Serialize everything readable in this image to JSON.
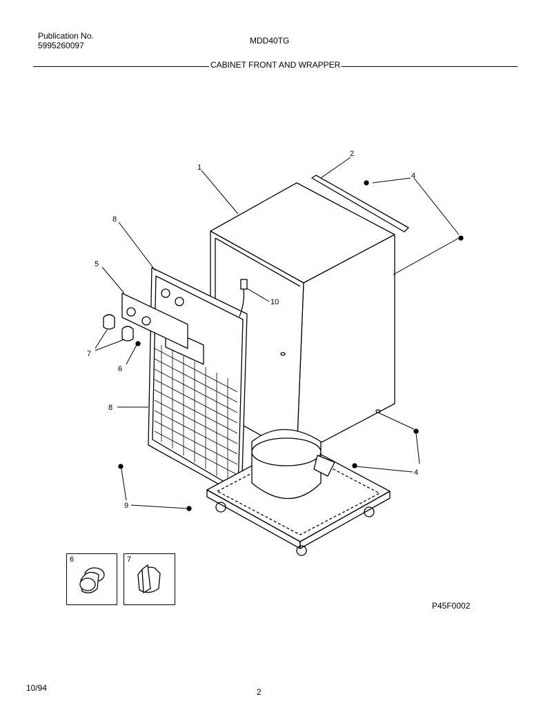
{
  "header": {
    "publication_label": "Publication No.",
    "publication_number": "5995260097",
    "model": "MDD40TG",
    "section_title": "CABINET FRONT AND WRAPPER"
  },
  "callouts": [
    "1",
    "2",
    "4",
    "4",
    "5",
    "6",
    "7",
    "8",
    "8",
    "9",
    "10"
  ],
  "insets": [
    {
      "number": "6"
    },
    {
      "number": "7"
    }
  ],
  "figure_code": "P45F0002",
  "footer": {
    "date": "10/94",
    "page_number": "2"
  }
}
